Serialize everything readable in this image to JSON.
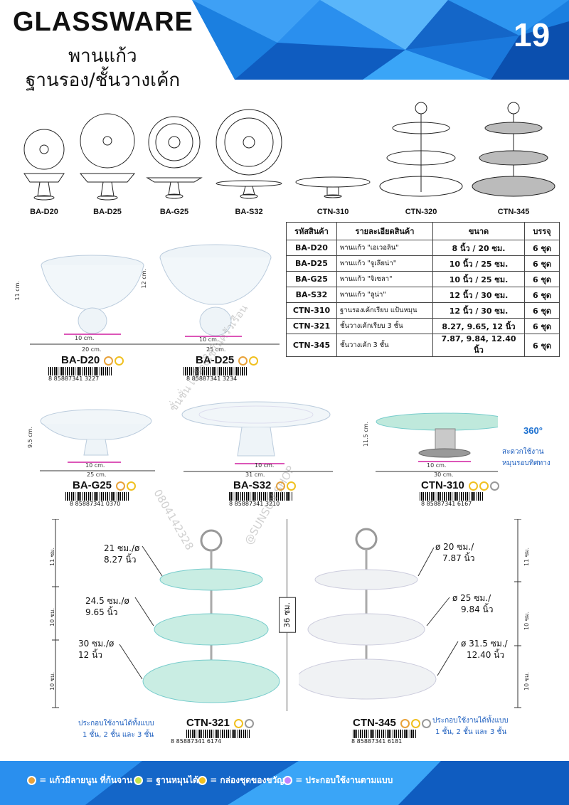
{
  "header": {
    "title": "GLASSWARE",
    "subtitle_1": "พานแก้ว",
    "subtitle_2": "ฐานรอง/ชั้นวางเค้ก",
    "page_number": "19"
  },
  "top_row": {
    "items": [
      "BA-D20",
      "BA-D25",
      "BA-G25",
      "BA-S32",
      "CTN-310",
      "CTN-320",
      "CTN-345"
    ]
  },
  "table": {
    "headers": [
      "รหัสสินค้า",
      "รายละเอียดสินค้า",
      "ขนาด",
      "บรรจุ"
    ],
    "rows": [
      {
        "code": "BA-D20",
        "desc": "พานแก้ว \"เอเวอลิน\"",
        "size": "8 นิ้ว / 20 ซม.",
        "pack": "6 ชุด"
      },
      {
        "code": "BA-D25",
        "desc": "พานแก้ว \"จูเลียน่า\"",
        "size": "10 นิ้ว / 25 ซม.",
        "pack": "6 ชุด"
      },
      {
        "code": "BA-G25",
        "desc": "พานแก้ว \"จิเซลา\"",
        "size": "10 นิ้ว / 25 ซม.",
        "pack": "6 ชุด"
      },
      {
        "code": "BA-S32",
        "desc": "พานแก้ว \"ลูน่า\"",
        "size": "12 นิ้ว / 30 ซม.",
        "pack": "6 ชุด"
      },
      {
        "code": "CTN-310",
        "desc": "ฐานรองเค้กเรียบ แป้นหมุน",
        "size": "12 นิ้ว / 30 ซม.",
        "pack": "6 ชุด"
      },
      {
        "code": "CTN-321",
        "desc": "ชั้นวางเค้กเรียบ 3 ชั้น",
        "size": "8.27, 9.65, 12 นิ้ว",
        "pack": "6 ชุด"
      },
      {
        "code": "CTN-345",
        "desc": "ชั้นวางเค้ก 3 ชั้น",
        "size": "7.87, 9.84, 12.40 นิ้ว",
        "pack": "6 ชุด"
      }
    ]
  },
  "products": {
    "ba_d20": {
      "code": "BA-D20",
      "barcode": "8 85887341 3227",
      "h": "11 cm.",
      "w": "20 cm.",
      "base": "10 cm."
    },
    "ba_d25": {
      "code": "BA-D25",
      "barcode": "8 85887341 3234",
      "h": "12 cm.",
      "w": "25 cm.",
      "base": "10 cm."
    },
    "ba_g25": {
      "code": "BA-G25",
      "barcode": "8 85887341 0370",
      "h": "9.5 cm.",
      "w": "25 cm.",
      "base": "10 cm."
    },
    "ba_s32": {
      "code": "BA-S32",
      "barcode": "8 85887341 3210",
      "h": "",
      "w": "31 cm.",
      "base": "10 cm."
    },
    "ctn_310": {
      "code": "CTN-310",
      "barcode": "8 85887341 6167",
      "h": "11.5 cm.",
      "w": "30 cm.",
      "base": "10 cm.",
      "badge": "360°",
      "note_1": "สะดวกใช้งาน",
      "note_2": "หมุนรอบทิศทาง"
    },
    "ctn_321": {
      "code": "CTN-321",
      "barcode": "8 85887341 6174",
      "tier1": "21 ซม./ø",
      "tier1b": "8.27 นิ้ว",
      "tier2": "24.5 ซม./ø",
      "tier2b": "9.65 นิ้ว",
      "tier3": "30 ซม./ø",
      "tier3b": "12 นิ้ว",
      "d1": "11 ซม.",
      "d2": "10 ซม.",
      "d3": "10 ซม.",
      "note_1": "ประกอบใช้งานได้ทั้งแบบ",
      "note_2": "1 ชั้น, 2 ชั้น และ 3 ชั้น"
    },
    "ctn_345": {
      "code": "CTN-345",
      "barcode": "8 85887341 6181",
      "tier1": "ø 20 ซม./",
      "tier1b": "7.87 นิ้ว",
      "tier2": "ø 25 ซม./",
      "tier2b": "9.84 นิ้ว",
      "tier3": "ø 31.5 ซม./",
      "tier3b": "12.40 นิ้ว",
      "d1": "11 ซม.",
      "d2": "10 ซม.",
      "d3": "10 ซม.",
      "note_1": "ประกอบใช้งานได้ทั้งแบบ",
      "note_2": "1 ชั้น, 2 ชั้น และ 3 ชั้น"
    },
    "total_height": "36 ซม."
  },
  "watermark": {
    "line1": "ชั่นชั่น เครื่องใช้ในครัวเรือน",
    "line2": "0804142328",
    "line3": "@SUNSUN SHOP"
  },
  "legend": [
    {
      "label": "= แก้วมีลายนูน ที่ก้นจาน",
      "color": "#e8a23a"
    },
    {
      "label": "= ฐานหมุนได้",
      "color": "#f0c020"
    },
    {
      "label": "= กล่องชุดของขวัญ",
      "color": "#f0c020"
    },
    {
      "label": "= ประกอบใช้งานตามแบบ",
      "color": "#c084fc"
    }
  ]
}
